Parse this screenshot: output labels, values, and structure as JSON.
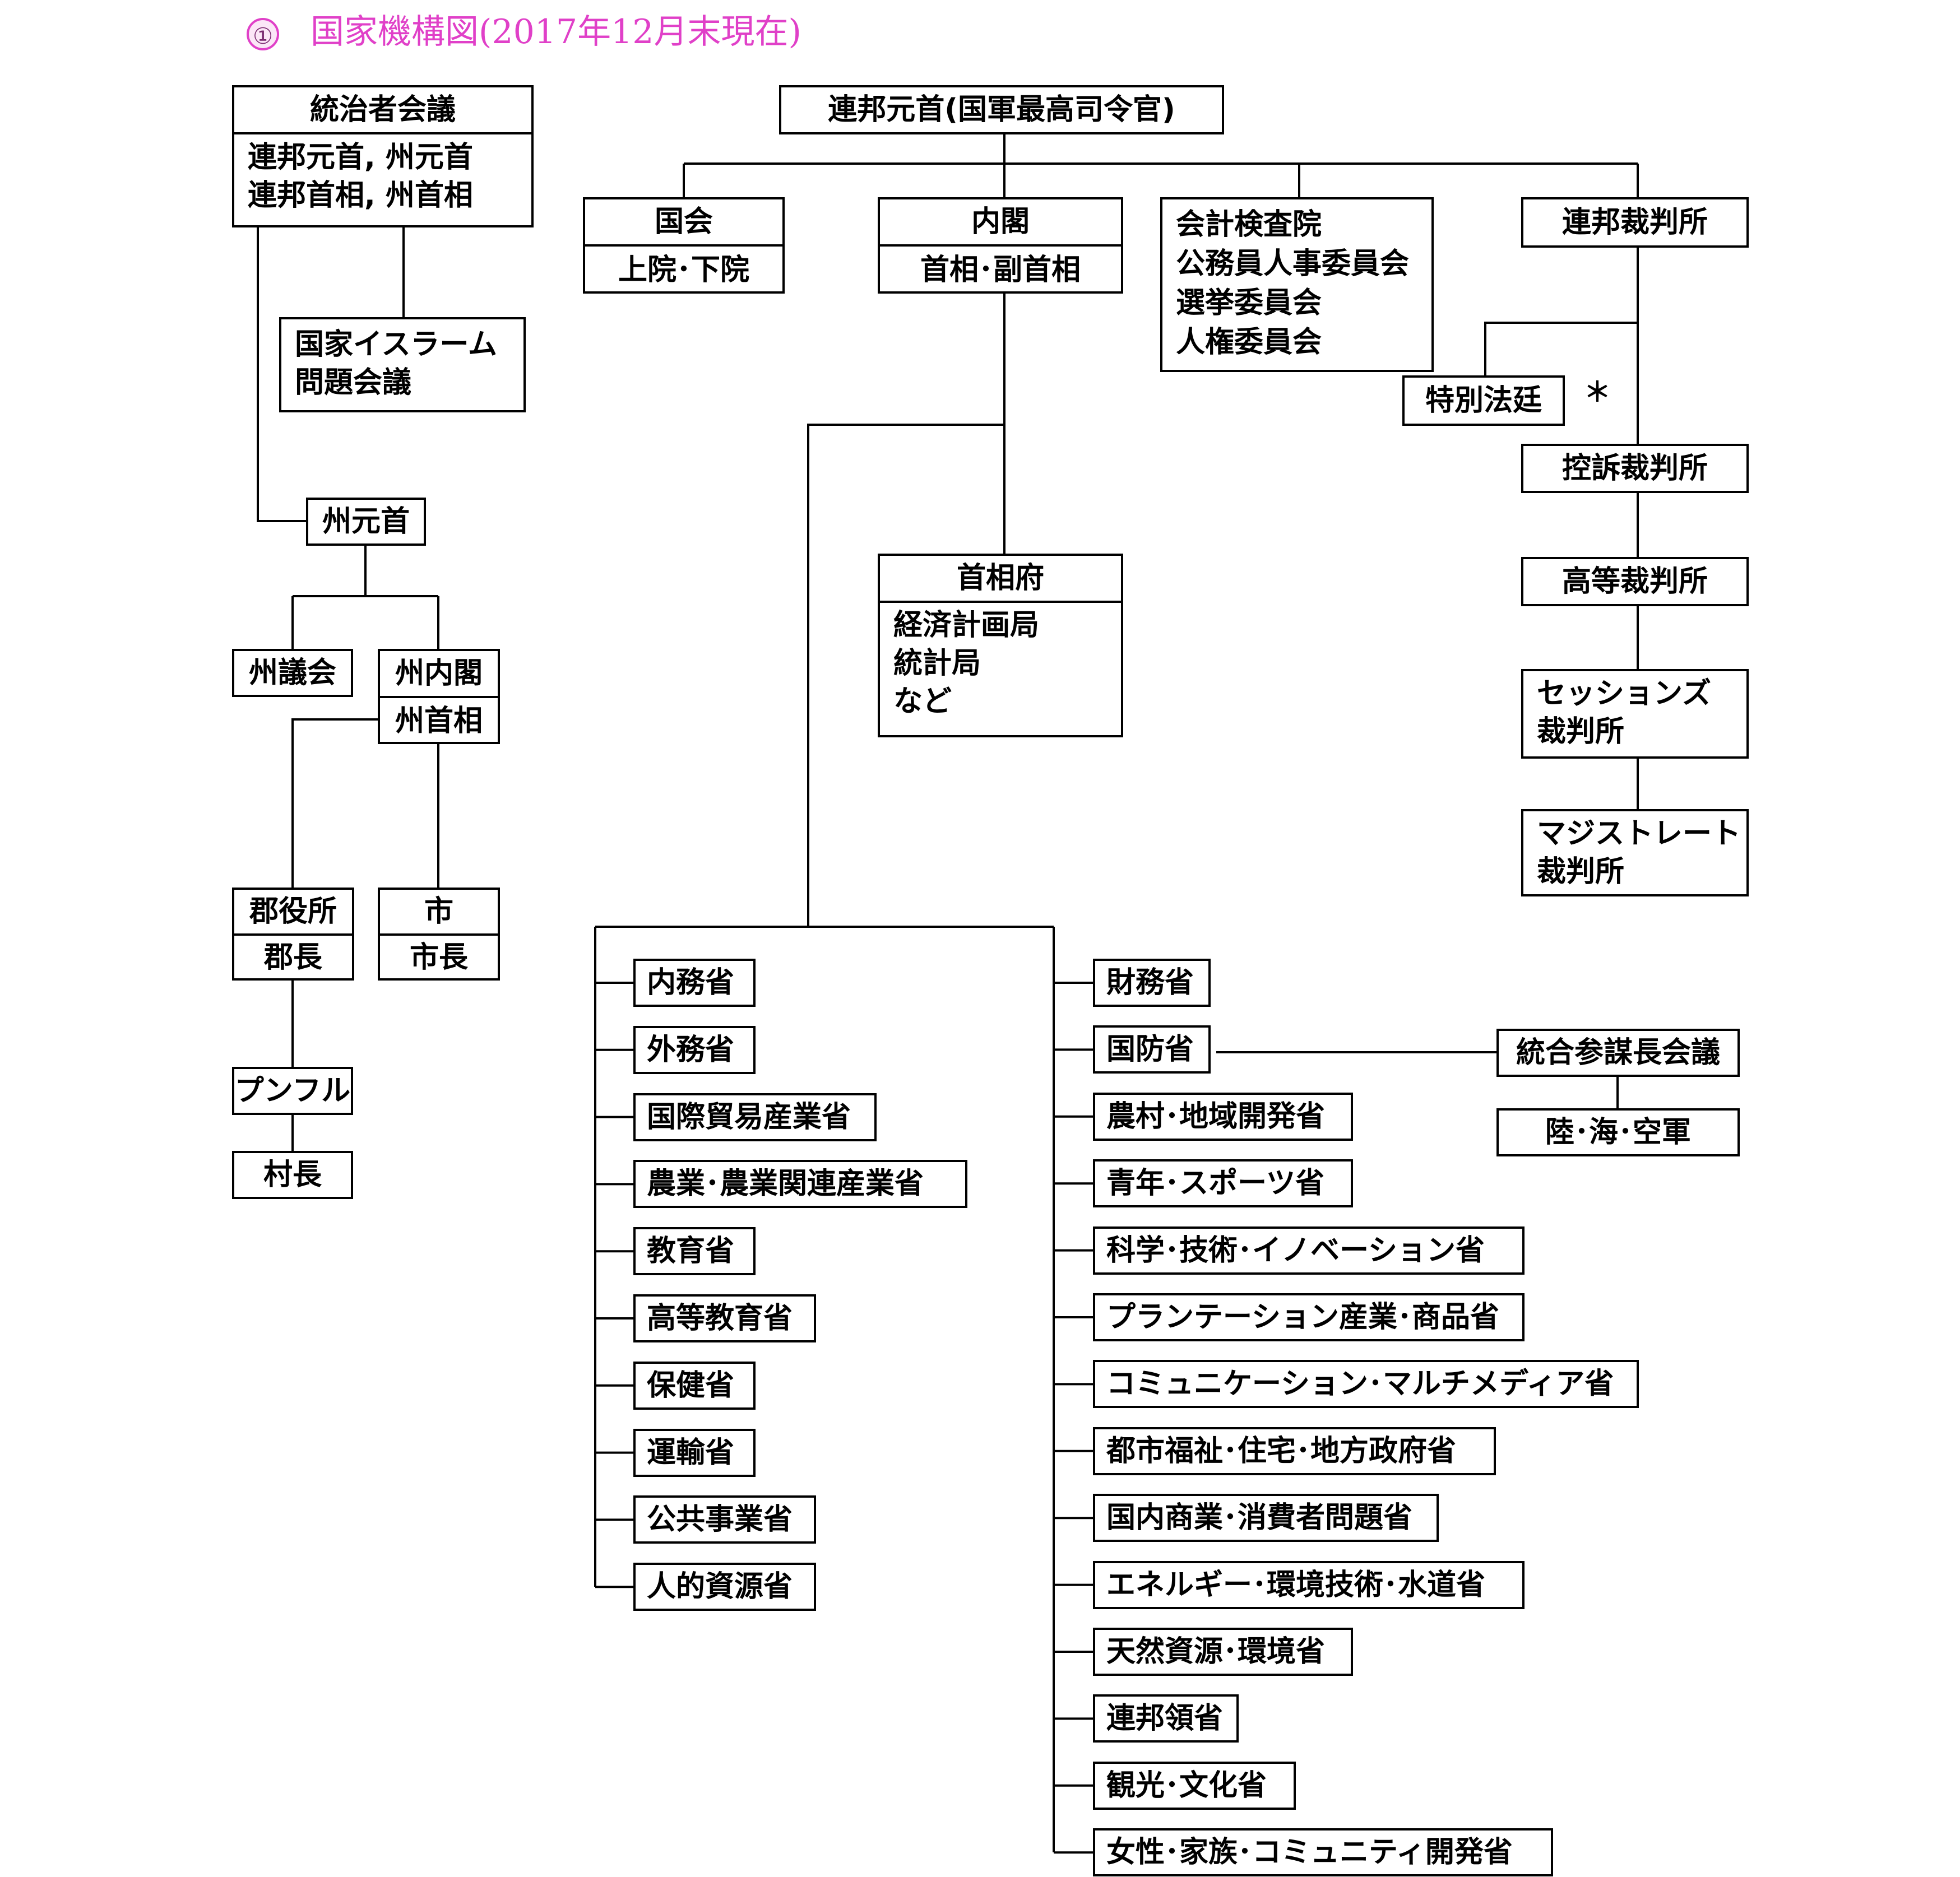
{
  "title": {
    "number": "①",
    "text": "国家機構図(2017年12月末現在)"
  },
  "council_of_rulers": {
    "name": "統治者会議",
    "members": [
      "連邦元首, 州元首",
      "連邦首相, 州首相"
    ]
  },
  "islamic_council": [
    "国家イスラーム",
    "問題会議"
  ],
  "state_head": "州元首",
  "state_assembly": "州議会",
  "state_cabinet": {
    "name": "州内閣",
    "leader": "州首相"
  },
  "district_office": {
    "name": "郡役所",
    "leader": "郡長"
  },
  "city": {
    "name": "市",
    "leader": "市長"
  },
  "penghulu": "プンフル",
  "village_head": "村長",
  "federal_head": "連邦元首(国軍最高司令官)",
  "parliament": {
    "name": "国会",
    "houses": "上院･下院"
  },
  "cabinet": {
    "name": "内閣",
    "members": "首相･副首相"
  },
  "commissions": [
    "会計検査院",
    "公務員人事委員会",
    "選挙委員会",
    "人権委員会"
  ],
  "federal_court": "連邦裁判所",
  "special_court": "特別法廷",
  "asterisk": "＊",
  "appeal_court": "控訴裁判所",
  "high_court": "高等裁判所",
  "sessions_court": [
    "セッションズ",
    "裁判所"
  ],
  "magistrate_court": [
    "マジストレート",
    "裁判所"
  ],
  "pm_department": {
    "name": "首相府",
    "units": [
      "経済計画局",
      "統計局",
      "など"
    ]
  },
  "ministries_left": [
    "内務省",
    "外務省",
    "国際貿易産業省",
    "農業･農業関連産業省",
    "教育省",
    "高等教育省",
    "保健省",
    "運輸省",
    "公共事業省",
    "人的資源省"
  ],
  "ministries_right": [
    "財務省",
    "国防省",
    "農村･地域開発省",
    "青年･スポーツ省",
    "科学･技術･イノベーション省",
    "プランテーション産業･商品省",
    "コミュニケーション･マルチメディア省",
    "都市福祉･住宅･地方政府省",
    "国内商業･消費者問題省",
    "エネルギー･環境技術･水道省",
    "天然資源･環境省",
    "連邦領省",
    "観光･文化省",
    "女性･家族･コミュニティ開発省"
  ],
  "armed_forces": {
    "council": "統合参謀長会議",
    "branches": "陸･海･空軍"
  }
}
